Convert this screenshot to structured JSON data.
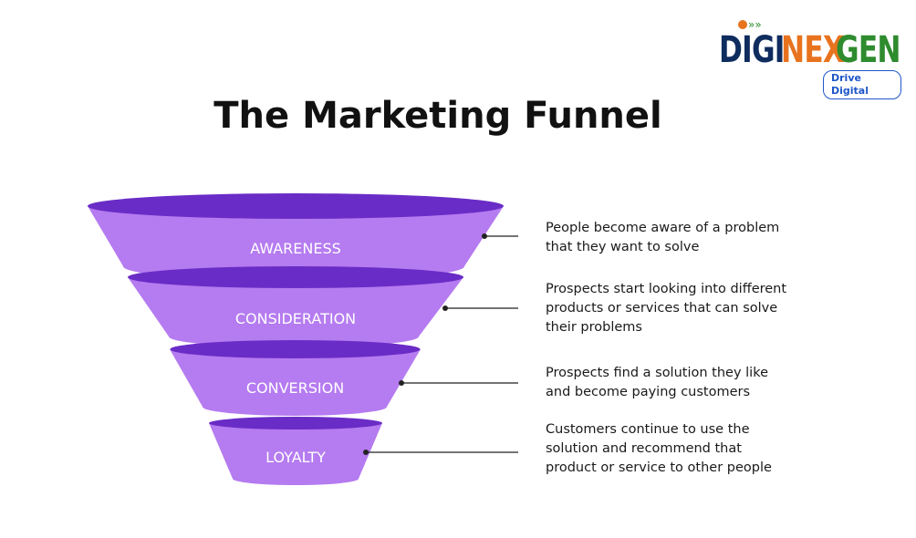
{
  "logo": {
    "part1": "DIGI",
    "part2": "NEX",
    "part3": "GEN",
    "tagline": "Drive Digital"
  },
  "title": "The Marketing Funnel",
  "colors": {
    "stage_fill": "#b57bf0",
    "stage_top": "#6a2cc6",
    "connector": "#222222",
    "logo_navy": "#0f2c5e",
    "logo_orange": "#e8731e",
    "logo_green": "#2e8b2e",
    "logo_blue": "#1e56c8"
  },
  "stages": [
    {
      "label": "AWARENESS",
      "description": [
        "People become aware of a problem",
        "that they want to solve"
      ]
    },
    {
      "label": "CONSIDERATION",
      "description": [
        "Prospects start looking into different",
        "products or services that can solve",
        "their problems"
      ]
    },
    {
      "label": "CONVERSION",
      "description": [
        "Prospects find a solution they like",
        "and become paying customers"
      ]
    },
    {
      "label": "LOYALTY",
      "description": [
        "Customers continue to use the",
        "solution and recommend that",
        "product or service to other people"
      ]
    }
  ]
}
